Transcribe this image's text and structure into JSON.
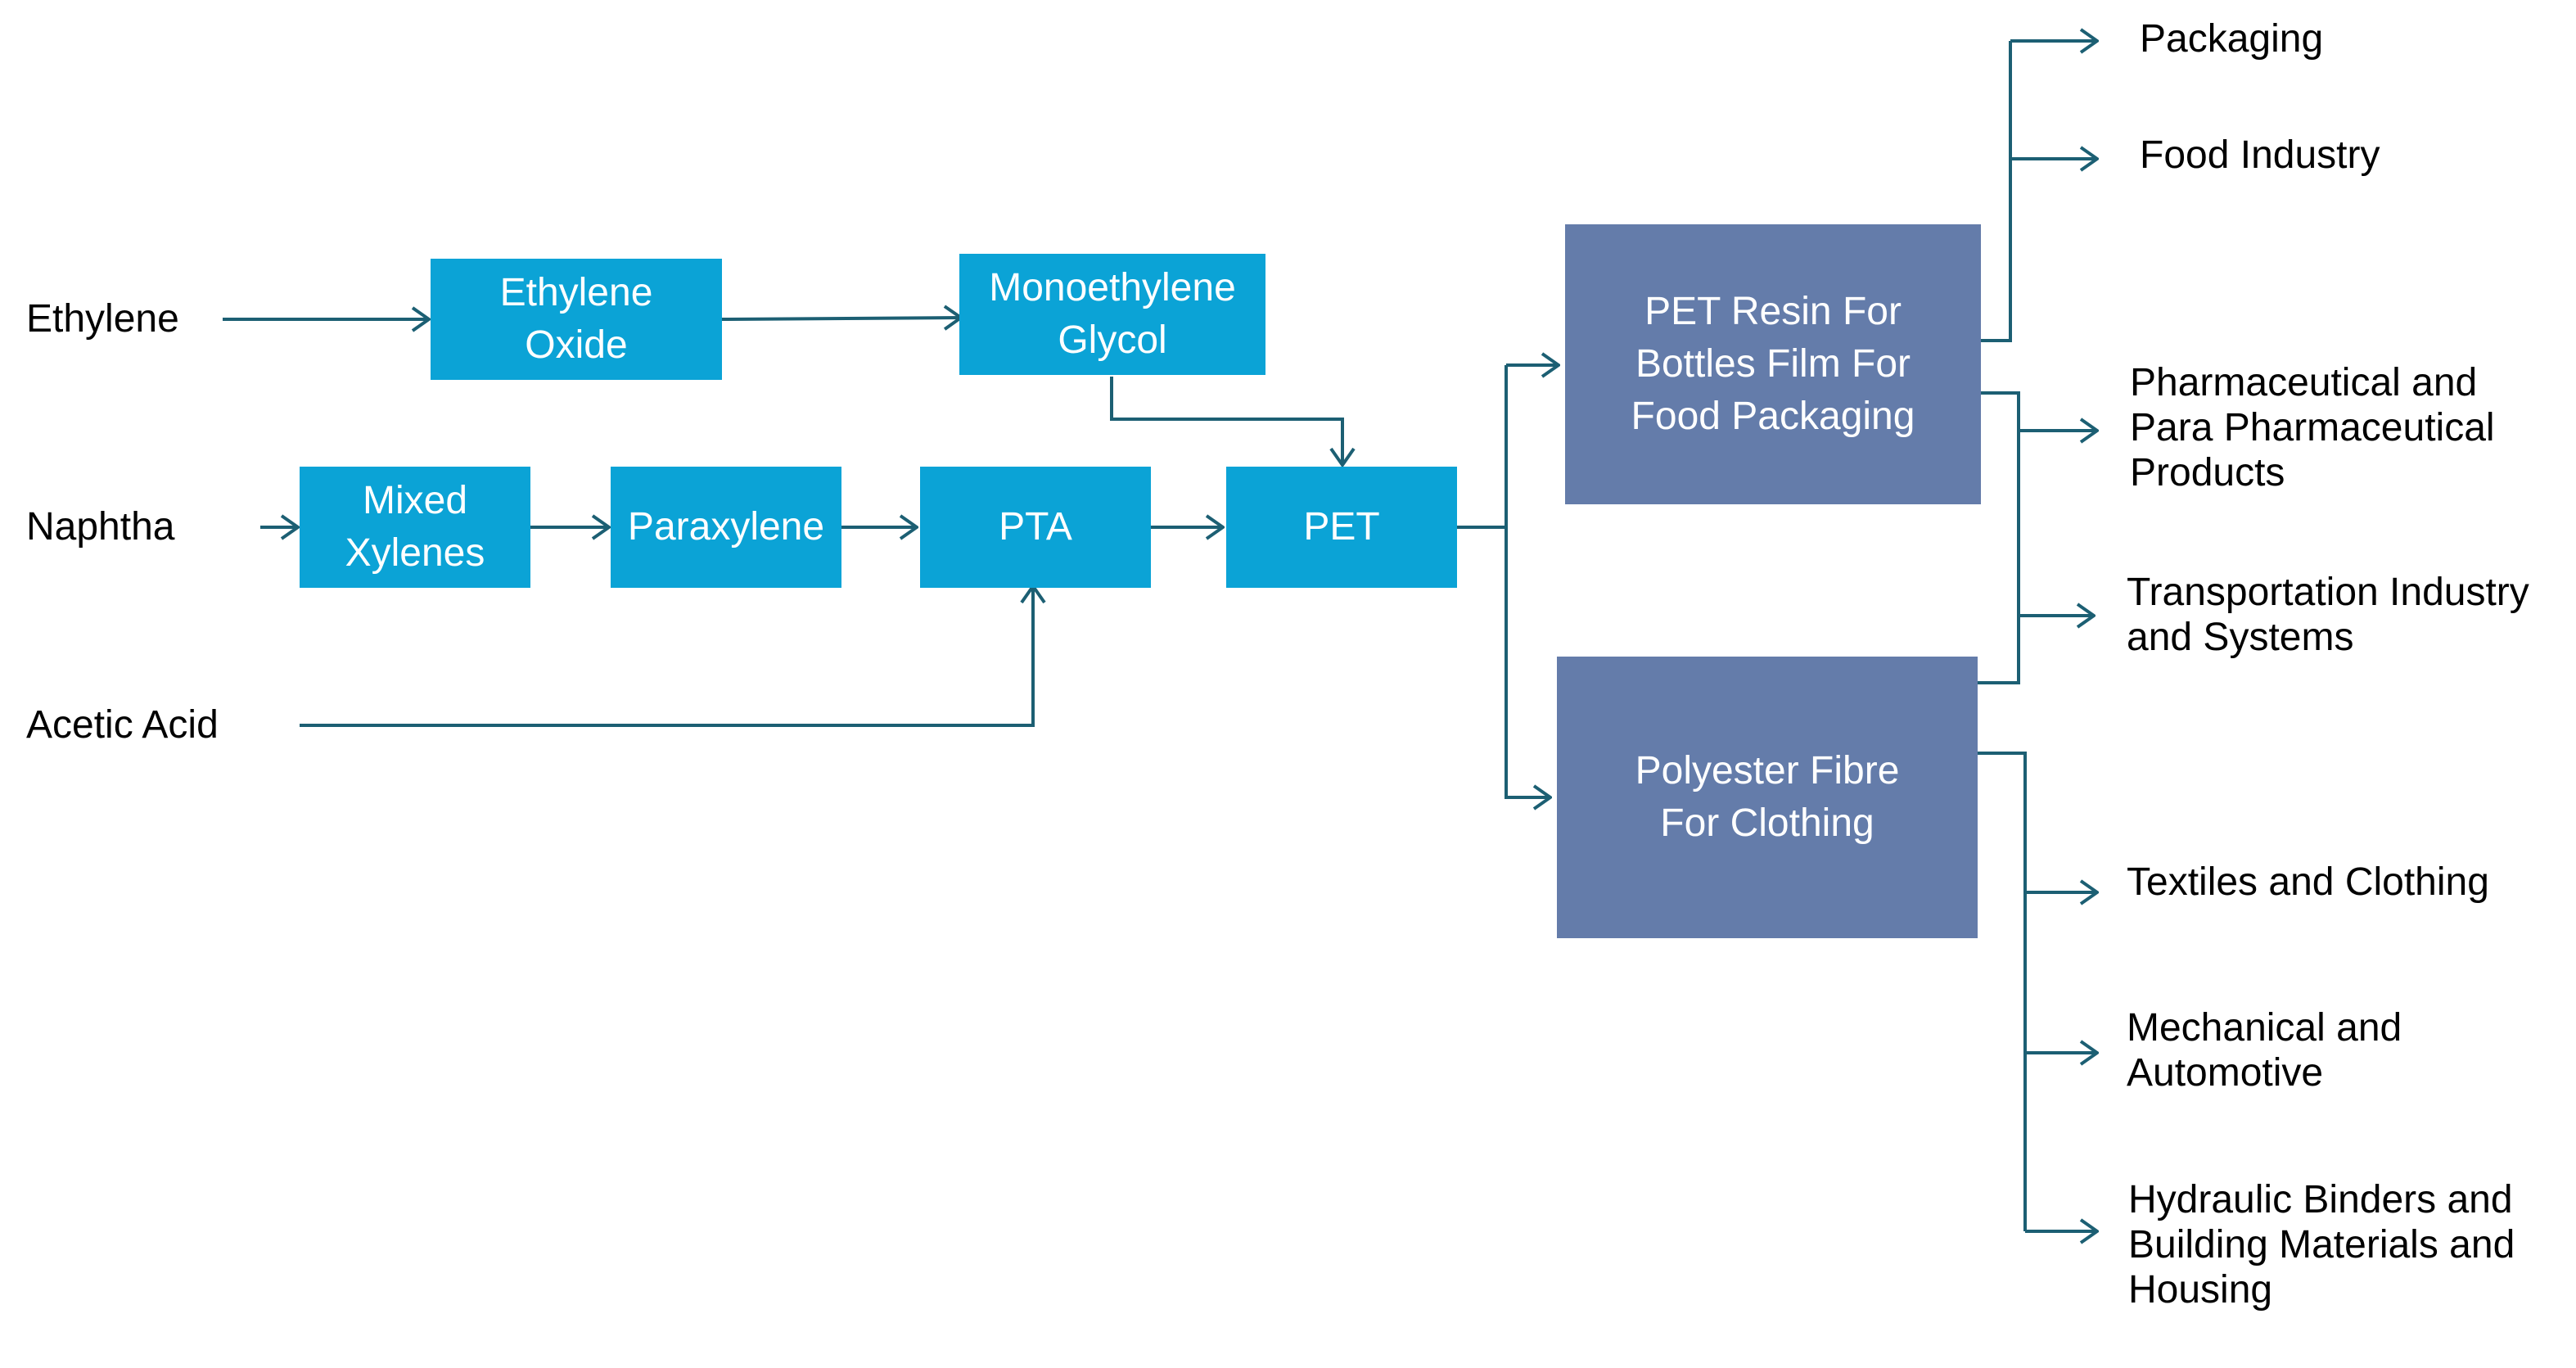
{
  "colors": {
    "process_box": "#0ba3d6",
    "product_box": "#647caa",
    "connector": "#1c5f73"
  },
  "inputs": {
    "ethylene": "Ethylene",
    "naphtha": "Naphtha",
    "acetic_acid": "Acetic Acid"
  },
  "process": {
    "ethylene_oxide": "Ethylene\nOxide",
    "meg": "Monoethylene\nGlycol",
    "mixed_xylenes": "Mixed\nXylenes",
    "paraxylene": "Paraxylene",
    "pta": "PTA",
    "pet": "PET"
  },
  "products": {
    "pet_resin": "PET Resin For\nBottles Film For\nFood Packaging",
    "polyester_fibre": "Polyester Fibre\nFor Clothing"
  },
  "applications": {
    "packaging": "Packaging",
    "food_industry": "Food Industry",
    "pharma": "Pharmaceutical and\nPara Pharmaceutical\nProducts",
    "transportation": "Transportation Industry\nand Systems",
    "textiles": "Textiles and Clothing",
    "mechanical": "Mechanical  and\nAutomotive",
    "hydraulic": "Hydraulic Binders and\nBuilding Materials and\nHousing"
  }
}
